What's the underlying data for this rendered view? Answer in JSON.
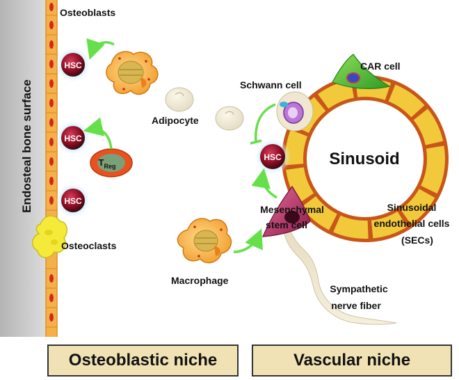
{
  "labels": {
    "bone_surface": "Endosteal bone surface",
    "osteoblasts": "Osteoblasts",
    "osteoclasts": "Osteoclasts",
    "hsc": "HSC",
    "treg_main": "T",
    "treg_sub": "Reg",
    "adipocyte": "Adipocyte",
    "schwann_cell": "Schwann cell",
    "car_cell": "CAR cell",
    "sinusoid": "Sinusoid",
    "msc_line1": "Mesenchymal",
    "msc_line2": "stem cell",
    "sec_line1": "Sinusoidal",
    "sec_line2": "endothelial cells",
    "sec_line3": "(SECs)",
    "macrophage": "Macrophage",
    "nerve_line1": "Sympathetic",
    "nerve_line2": "nerve fiber"
  },
  "niches": {
    "osteoblastic": "Osteoblastic niche",
    "vascular": "Vascular niche"
  },
  "colors": {
    "bone": "#c8c8c8",
    "osteoblast_layer": "#f2a43a",
    "hsc": "#a0102a",
    "hsc_glow": "#9fd8f5",
    "arrow": "#66e04a",
    "sinusoid_cell": "#f0d040",
    "sinusoid_border": "#c8561a",
    "car_cell": "#4cbf2e",
    "msc": "#c0386a",
    "niche_box": "#f1e2b5"
  }
}
